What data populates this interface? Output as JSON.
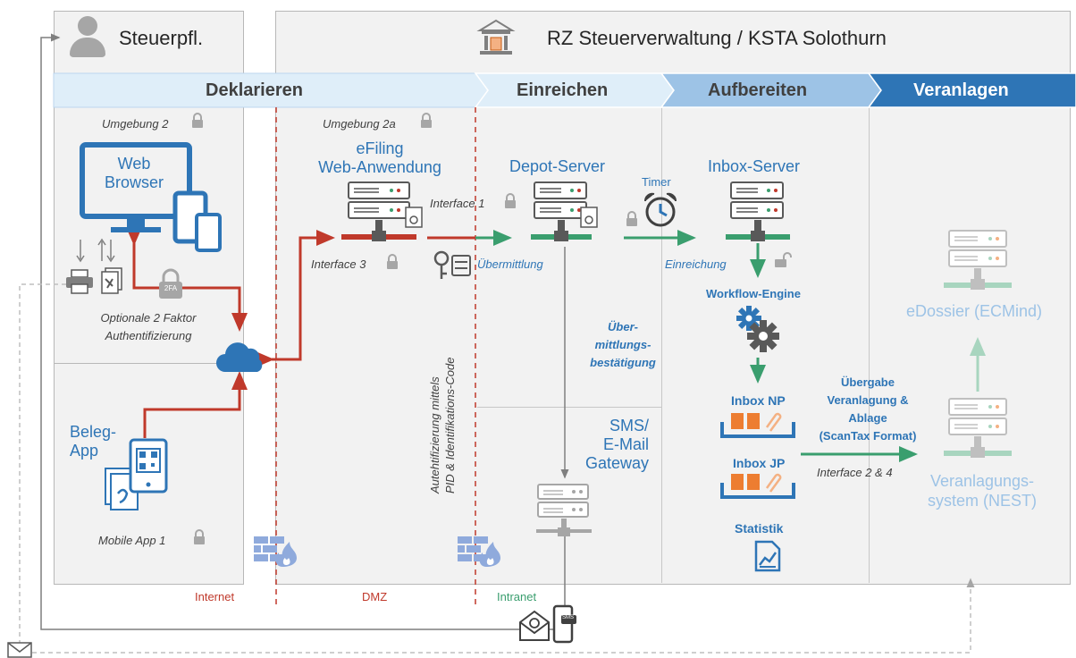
{
  "header": {
    "taxpayer": "Steuerpfl.",
    "rz": "RZ Steuerverwaltung / KSTA Solothurn"
  },
  "phases": [
    "Deklarieren",
    "Einreichen",
    "Aufbereiten",
    "Veranlagen"
  ],
  "zones": {
    "internet": "Internet",
    "dmz": "DMZ",
    "intranet": "Intranet"
  },
  "labels": {
    "umgebung2": "Umgebung 2",
    "umgebung2a": "Umgebung 2a",
    "web_browser": "Web\nBrowser",
    "efiling": "eFiling\nWeb-Anwendung",
    "depot_server": "Depot-Server",
    "inbox_server": "Inbox-Server",
    "timer": "Timer",
    "interface1": "Interface 1",
    "interface3": "Interface 3",
    "uebermittlung": "Übermittlung",
    "einreichung": "Einreichung",
    "workflow_engine": "Workflow-Engine",
    "optional_2fa": "Optionale 2 Faktor\nAuthentifizierung",
    "two_fa": "2FA",
    "auth_code": "Autehtifizierung mittels\nPID & Identifikations-Code",
    "uebermittlungsbestaetigung": "Über-\nmittlungs-\nbestätigung",
    "sms_gateway": "SMS/\nE-Mail\nGateway",
    "inbox_np": "Inbox NP",
    "inbox_jp": "Inbox JP",
    "statistik": "Statistik",
    "beleg_app": "Beleg-\nApp",
    "mobile_app": "Mobile App 1",
    "uebergabe": "Übergabe\nVeranlagung &\nAblage\n(ScanTax Format)",
    "interface24": "Interface 2 & 4",
    "edossier": "eDossier (ECMind)",
    "nest": "Veranlagungs-\nsystem (NEST)",
    "sms_badge": "SMS"
  },
  "colors": {
    "phase_light": "#dfeef9",
    "phase_mid": "#9dc3e6",
    "phase_dark": "#2e75b6",
    "red_line": "#c0392b",
    "green_line": "#3a9e6e",
    "blue_text": "#2e75b6",
    "faded_green": "#a8d5bf"
  }
}
